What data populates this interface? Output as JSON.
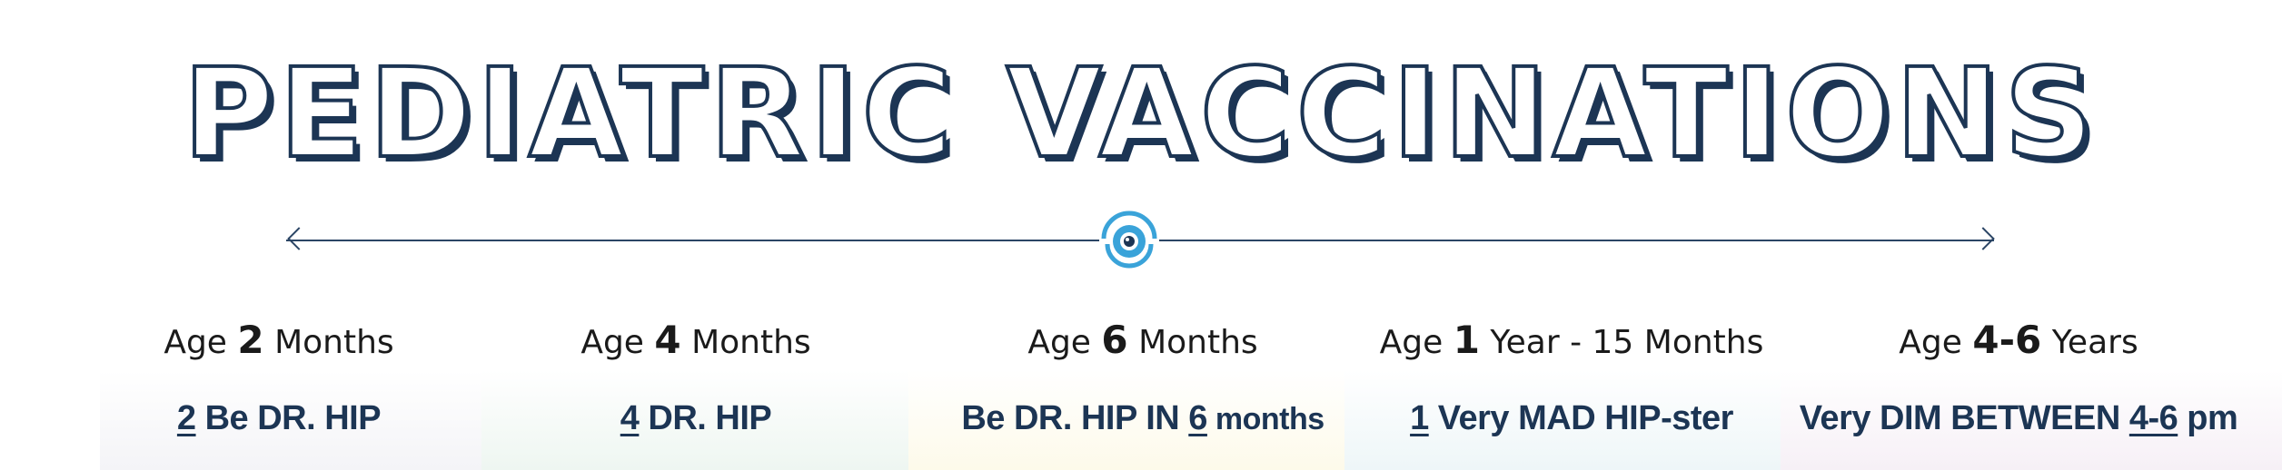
{
  "title": "PEDIATRIC VACCINATIONS",
  "colors": {
    "navy": "#1c3554",
    "badge_blue": "#3aa3d9",
    "line": "#2b4565"
  },
  "icons": {
    "center": "eye-badge-icon"
  },
  "columns": [
    {
      "age_prefix": "Age",
      "age_num": "2",
      "age_unit": "Months",
      "mn_a": "2",
      "mn_b": " Be DR. HIP",
      "mn_c": "",
      "mn_d": ""
    },
    {
      "age_prefix": "Age",
      "age_num": "4",
      "age_unit": "Months",
      "mn_a": "4",
      "mn_b": " DR. HIP",
      "mn_c": "",
      "mn_d": ""
    },
    {
      "age_prefix": "Age",
      "age_num": "6",
      "age_unit": "Months",
      "mn_a": "Be DR. HIP IN ",
      "mn_b": "6",
      "mn_c": " months",
      "mn_d": ""
    },
    {
      "age_prefix": "Age",
      "age_num": "1",
      "age_unit": "Year - 15 Months",
      "mn_a": "1",
      "mn_b": " Very MAD HIP-ster",
      "mn_c": "",
      "mn_d": ""
    },
    {
      "age_prefix": "Age",
      "age_num": "4-6",
      "age_unit": "Years",
      "mn_a": "Very DIM BETWEEN ",
      "mn_b": "4-6",
      "mn_c": " pm",
      "mn_d": ""
    }
  ]
}
